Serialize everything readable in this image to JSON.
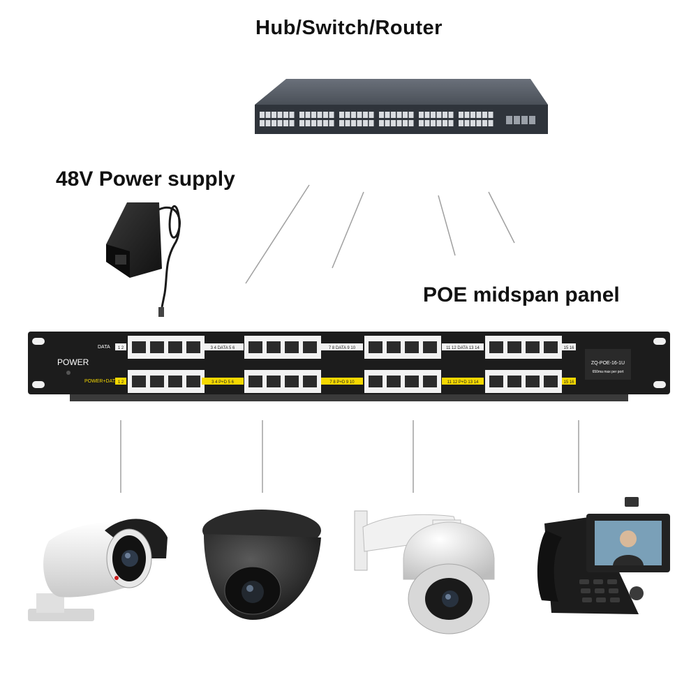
{
  "labels": {
    "switch": "Hub/Switch/Router",
    "power_supply": "48V Power supply",
    "midspan": "POE  midspan panel"
  },
  "panel": {
    "power_label": "POWER",
    "row_top_label": "DATA",
    "row_bottom_label": "POWER+DATA",
    "top_tags": [
      "1 2",
      "3 4  DATA  5 6",
      "7 8 DATA 9 10",
      "11 12  DATA  13 14",
      "15 16"
    ],
    "bottom_tags": [
      "1 2",
      "3 4   P+D   5 6",
      "7 8  P+D  9 10",
      "11 12  P+D  13 14",
      "15 16"
    ],
    "model": "ZQ-POE-16-1U",
    "spec": "650ma max per port"
  },
  "devices": [
    "bullet-camera",
    "dome-camera",
    "ptz-speed-dome-camera",
    "ip-video-phone"
  ],
  "colors": {
    "panel": "#1c1c1c",
    "tag_yellow": "#f5d800",
    "tag_white": "#f2f2f2",
    "switch_body": "#3a3f47",
    "connector_line": "#9a9a9a"
  }
}
